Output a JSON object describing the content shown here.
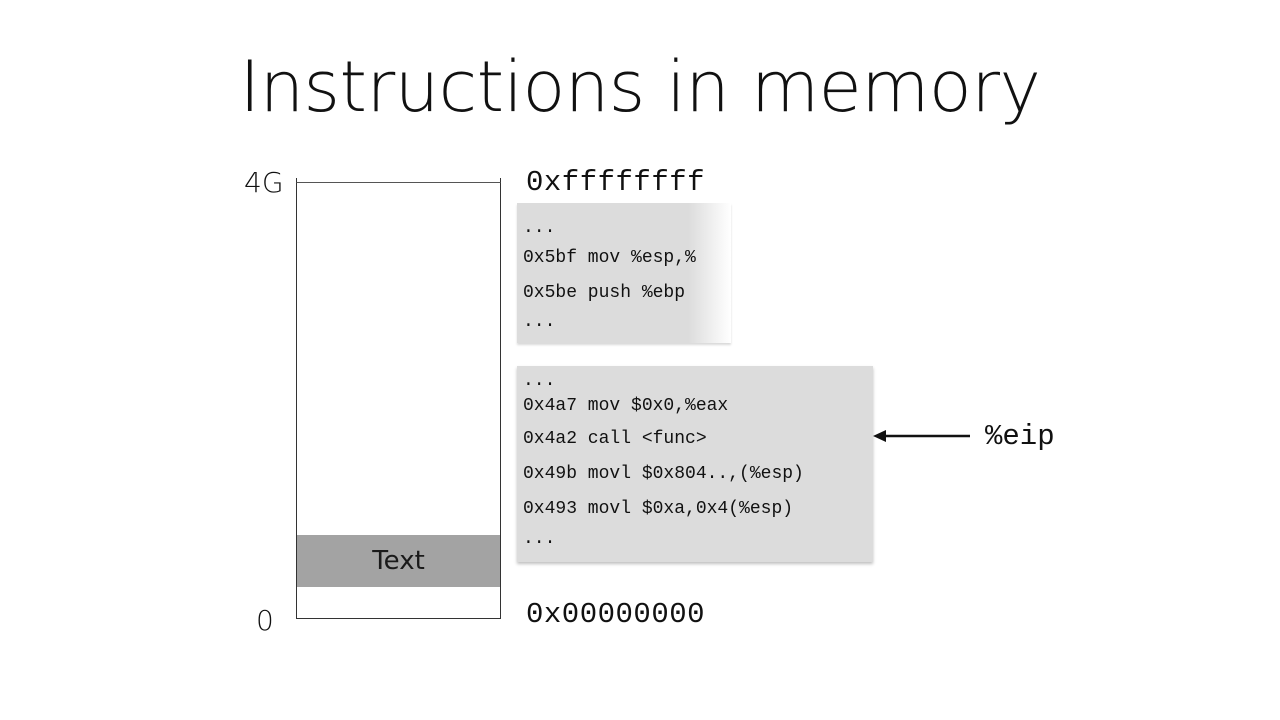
{
  "slide": {
    "title": "Instructions in memory"
  },
  "memory": {
    "top_label": "4G",
    "bottom_label": "0",
    "segment_label": "Text",
    "top_address": "0xffffffff",
    "bottom_address": "0x00000000"
  },
  "stack_box": {
    "lines": [
      "...",
      "0x5bf mov %esp,%",
      "0x5be push %ebp",
      "..."
    ]
  },
  "text_box": {
    "lines": [
      "...",
      "0x4a7 mov $0x0,%eax",
      "0x4a2 call <func>",
      "0x49b movl $0x804..,(%esp)",
      "0x493 movl $0xa,0x4(%esp)",
      "..."
    ]
  },
  "pointer": {
    "label": "%eip",
    "points_to": "0x4a2 call <func>"
  }
}
